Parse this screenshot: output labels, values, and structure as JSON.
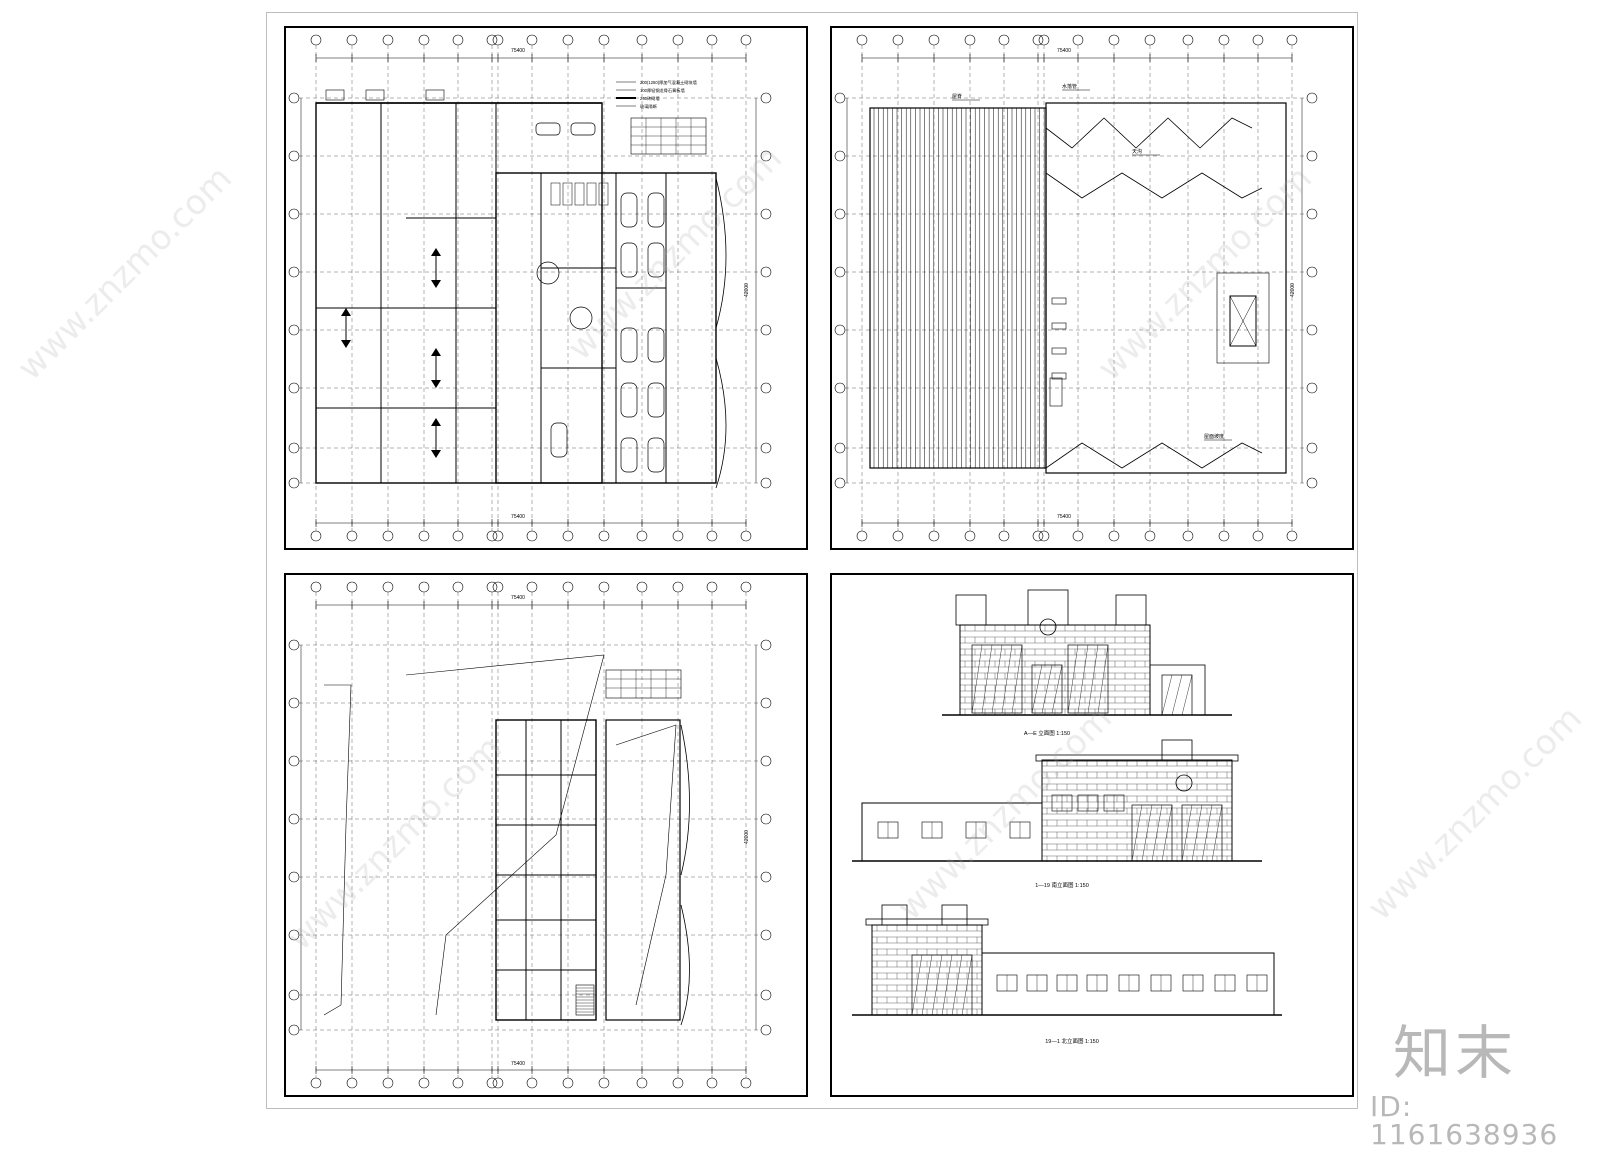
{
  "brand": {
    "logo_text": "知末",
    "drawing_id": "ID: 1161638936"
  },
  "watermark": {
    "text": "www.znzmo.com"
  },
  "panels": {
    "plan_ground": {
      "dim_top_total": "75400",
      "dim_bottom_total": "75400",
      "dim_right_total": "42000",
      "notes": [
        "200(1250)厚加气混凝土砌块墙",
        "100厚轻钢龙骨石膏板墙",
        "240砖砌墙",
        "玻璃隔断"
      ]
    },
    "plan_roof": {
      "dim_top_total": "75400",
      "dim_bottom_total": "75400",
      "dim_right_total": "42000",
      "labels": [
        "屋脊",
        "水落管",
        "天沟",
        "屋面坡度"
      ]
    },
    "plan_upper": {
      "dim_top_total": "75400",
      "dim_bottom_total": "75400",
      "dim_right_total": "42000"
    },
    "elevations": {
      "titles": [
        "A—E 立面图 1:150",
        "1—19 南立面图 1:150",
        "19—1 北立面图 1:150"
      ]
    }
  }
}
